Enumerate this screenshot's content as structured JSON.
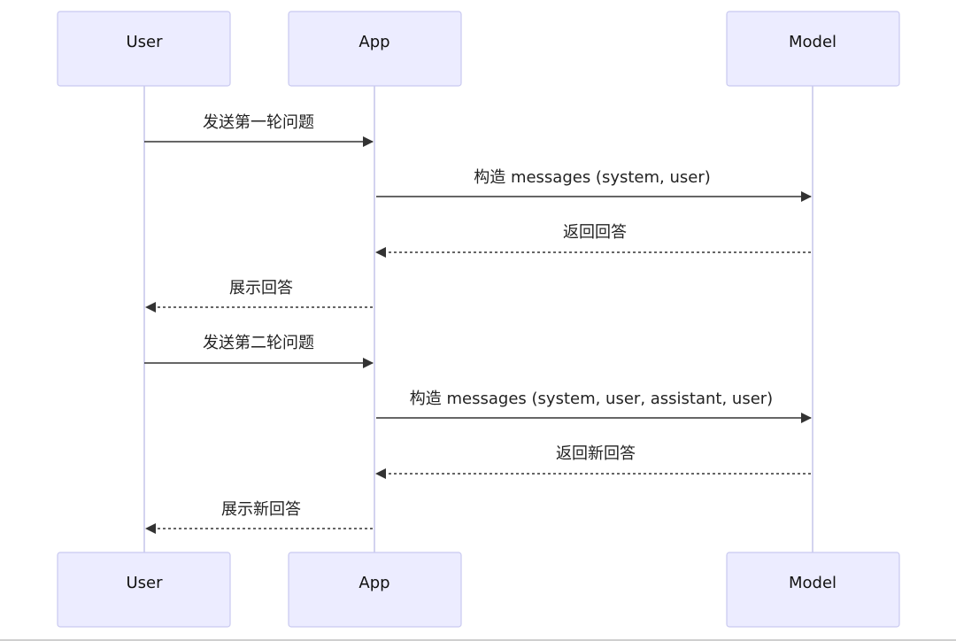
{
  "participants": [
    {
      "id": "user",
      "label": "User"
    },
    {
      "id": "app",
      "label": "App"
    },
    {
      "id": "model",
      "label": "Model"
    }
  ],
  "messages": [
    {
      "from": "user",
      "to": "app",
      "label": "发送第一轮问题",
      "style": "solid"
    },
    {
      "from": "app",
      "to": "model",
      "label": "构造 messages (system, user)",
      "style": "solid"
    },
    {
      "from": "model",
      "to": "app",
      "label": "返回回答",
      "style": "dashed"
    },
    {
      "from": "app",
      "to": "user",
      "label": "展示回答",
      "style": "dashed"
    },
    {
      "from": "user",
      "to": "app",
      "label": "发送第二轮问题",
      "style": "solid"
    },
    {
      "from": "app",
      "to": "model",
      "label": "构造 messages (system, user, assistant, user)",
      "style": "solid"
    },
    {
      "from": "model",
      "to": "app",
      "label": "返回新回答",
      "style": "dashed"
    },
    {
      "from": "app",
      "to": "user",
      "label": "展示新回答",
      "style": "dashed"
    }
  ]
}
